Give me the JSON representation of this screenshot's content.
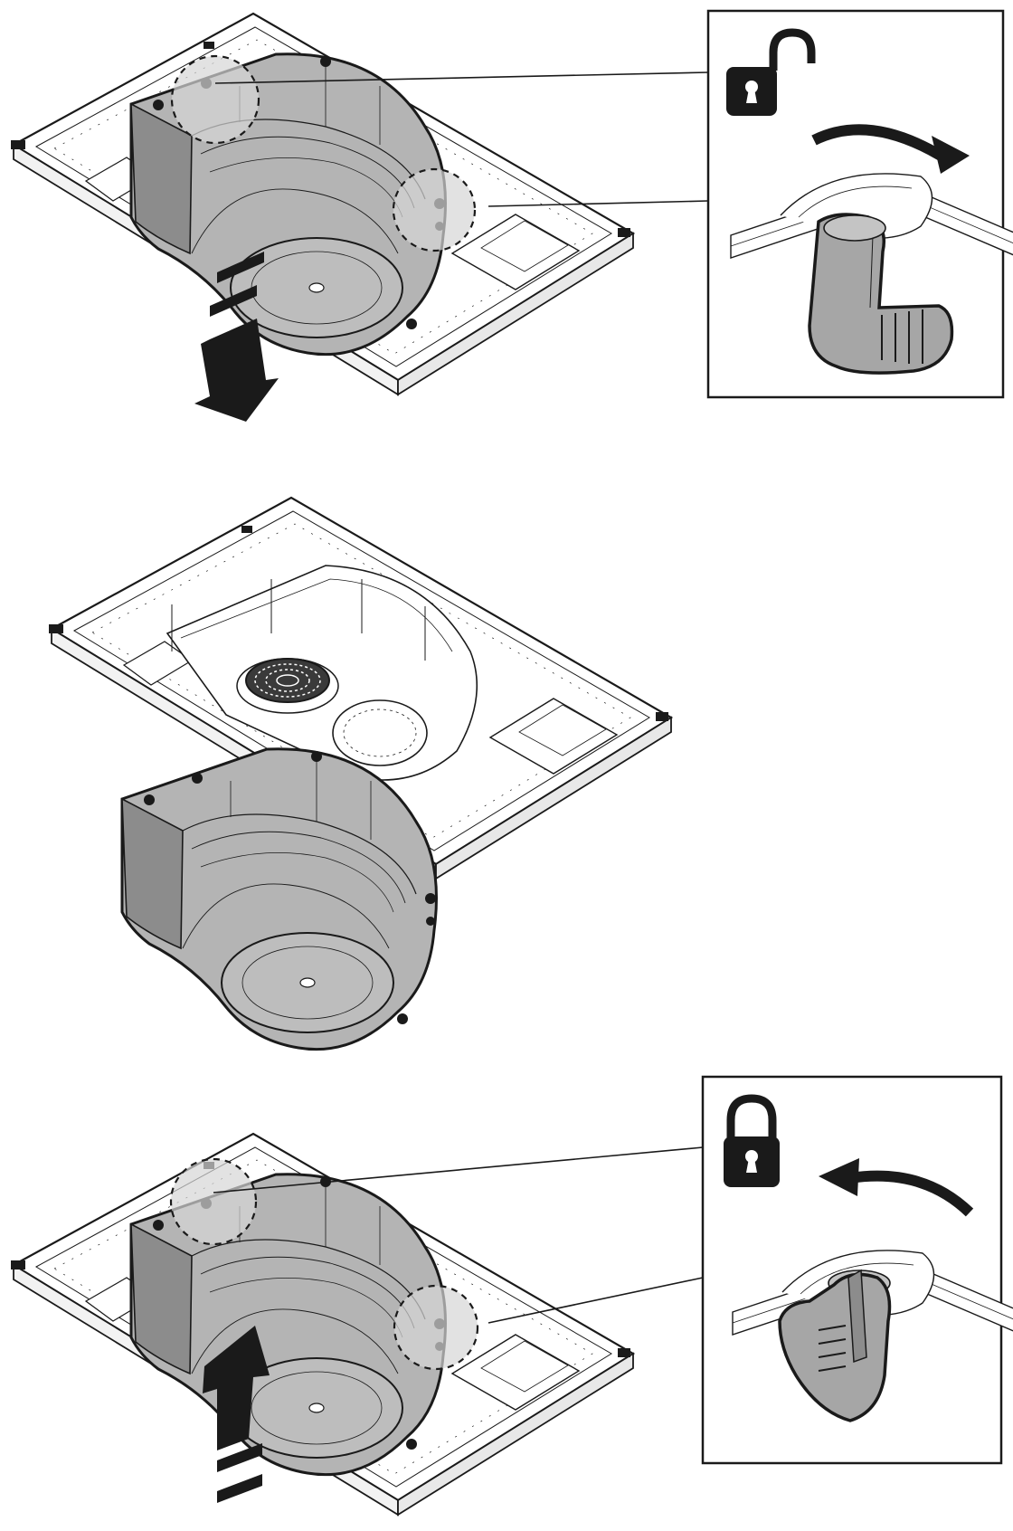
{
  "colors": {
    "background": "#ffffff",
    "line": "#1a1a1a",
    "housing_fill": "#b4b4b4",
    "housing_fill_dark": "#8c8c8c",
    "detail_fill": "#cfcfcf",
    "highlight_fill": "#e2e2e2",
    "plate_fill": "#ffffff",
    "icon_fill": "#1a1a1a"
  },
  "steps": [
    {
      "id": "step-1",
      "action": "unlock-and-lower",
      "lock_state": "unlocked",
      "arrow_direction": "down",
      "rotation": "clockwise"
    },
    {
      "id": "step-2",
      "action": "housing-removed",
      "exposed_part": "fan-wheel"
    },
    {
      "id": "step-3",
      "action": "raise-and-lock",
      "lock_state": "locked",
      "arrow_direction": "up",
      "rotation": "counter-clockwise"
    }
  ],
  "icons": {
    "unlocked": "padlock-open-icon",
    "locked": "padlock-closed-icon",
    "rotate_cw": "rotate-clockwise-arrow-icon",
    "rotate_ccw": "rotate-counterclockwise-arrow-icon",
    "move_down": "arrow-down-icon",
    "move_up": "arrow-up-icon"
  }
}
